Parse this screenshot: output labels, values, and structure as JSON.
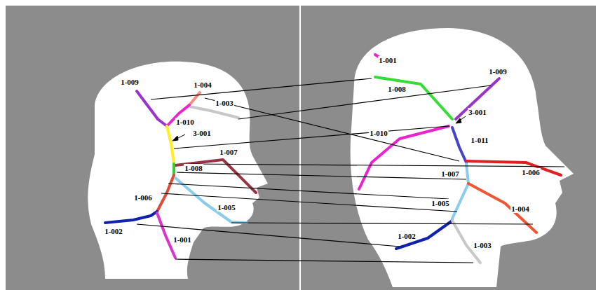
{
  "diagram": {
    "labels": [
      "1-009",
      "1-004",
      "1-003",
      "1-010",
      "3-001",
      "1-007",
      "1-008",
      "1-006",
      "1-005",
      "1-002",
      "1-001",
      "1-001",
      "1-009",
      "1-008",
      "3-001",
      "1-010",
      "1-011",
      "1-007",
      "1-006",
      "1-005",
      "1-004",
      "1-002",
      "1-003"
    ]
  }
}
